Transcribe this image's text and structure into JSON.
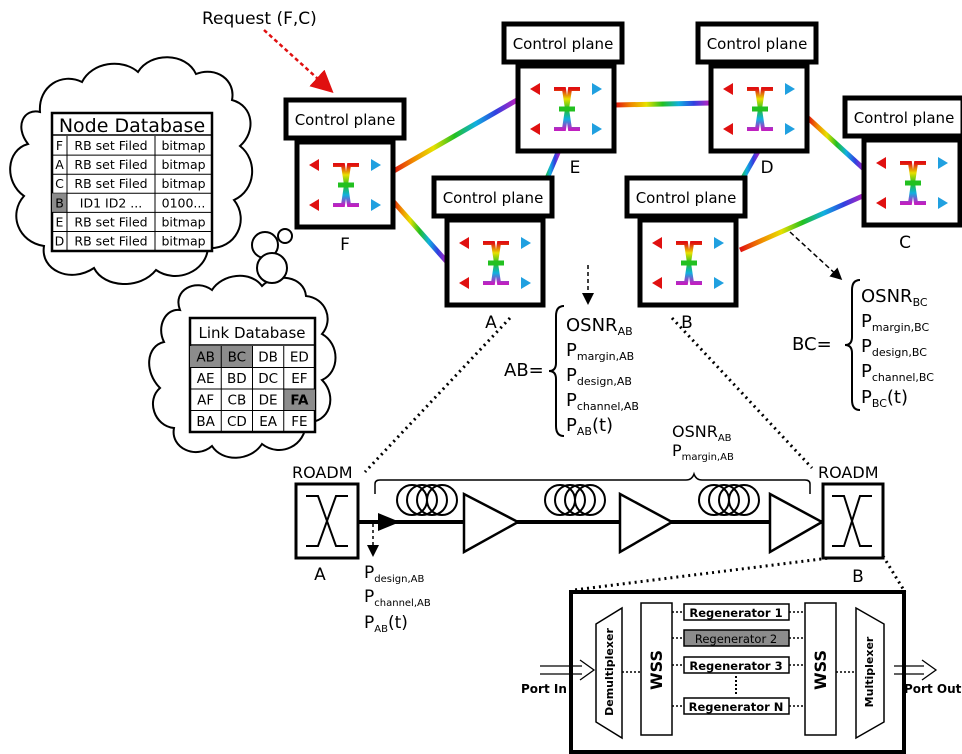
{
  "request_label": "Request (F,C)",
  "control_plane_label": "Control plane",
  "nodes": [
    "F",
    "E",
    "D",
    "C",
    "A",
    "B"
  ],
  "node_database": {
    "title": "Node Database",
    "rows": [
      [
        "F",
        "RB set Filed",
        "bitmap"
      ],
      [
        "A",
        "RB set Filed",
        "bitmap"
      ],
      [
        "C",
        "RB set Filed",
        "bitmap"
      ],
      [
        "B",
        "ID1 ID2 ...",
        "0100..."
      ],
      [
        "E",
        "RB set Filed",
        "bitmap"
      ],
      [
        "D",
        "RB set Filed",
        "bitmap"
      ]
    ]
  },
  "link_database": {
    "title": "Link Database",
    "rows": [
      [
        "AB",
        "BC",
        "DB",
        "ED"
      ],
      [
        "AE",
        "BD",
        "DC",
        "EF"
      ],
      [
        "AF",
        "CB",
        "DE",
        "FA"
      ],
      [
        "BA",
        "CD",
        "EA",
        "FE"
      ]
    ]
  },
  "params_ab": {
    "label": "AB=",
    "items": [
      {
        "main": "OSNR",
        "sub": "AB",
        "suffix": ""
      },
      {
        "main": "P",
        "sub": "margin,AB",
        "suffix": ""
      },
      {
        "main": "P",
        "sub": "design,AB",
        "suffix": ""
      },
      {
        "main": "P",
        "sub": "channel,AB",
        "suffix": ""
      },
      {
        "main": "P",
        "sub": "AB",
        "suffix": "(t)"
      }
    ]
  },
  "params_bc": {
    "label": "BC=",
    "items": [
      {
        "main": "OSNR",
        "sub": "BC",
        "suffix": ""
      },
      {
        "main": "P",
        "sub": "margin,BC",
        "suffix": ""
      },
      {
        "main": "P",
        "sub": "design,BC",
        "suffix": ""
      },
      {
        "main": "P",
        "sub": "channel,BC",
        "suffix": ""
      },
      {
        "main": "P",
        "sub": "BC",
        "suffix": "(t)"
      }
    ]
  },
  "link_detail": {
    "roadm_label": "ROADM",
    "left_node": "A",
    "right_node": "B",
    "top_params": [
      {
        "main": "OSNR",
        "sub": "AB"
      },
      {
        "main": "P",
        "sub": "margin,AB"
      }
    ],
    "bottom_params": [
      {
        "main": "P",
        "sub": "design,AB",
        "suffix": ""
      },
      {
        "main": "P",
        "sub": "channel,AB",
        "suffix": ""
      },
      {
        "main": "P",
        "sub": "AB",
        "suffix": "(t)"
      }
    ]
  },
  "regen": {
    "port_in": "Port In",
    "port_out": "Port Out",
    "demux": "Demultiplexer",
    "mux": "Multiplexer",
    "wss": "WSS",
    "regenerators": [
      "Regenerator 1",
      "Regenerator 2",
      "Regenerator 3",
      "Regenerator N"
    ]
  },
  "colors": {
    "highlight": "#8c8c8c",
    "black": "#000000"
  }
}
